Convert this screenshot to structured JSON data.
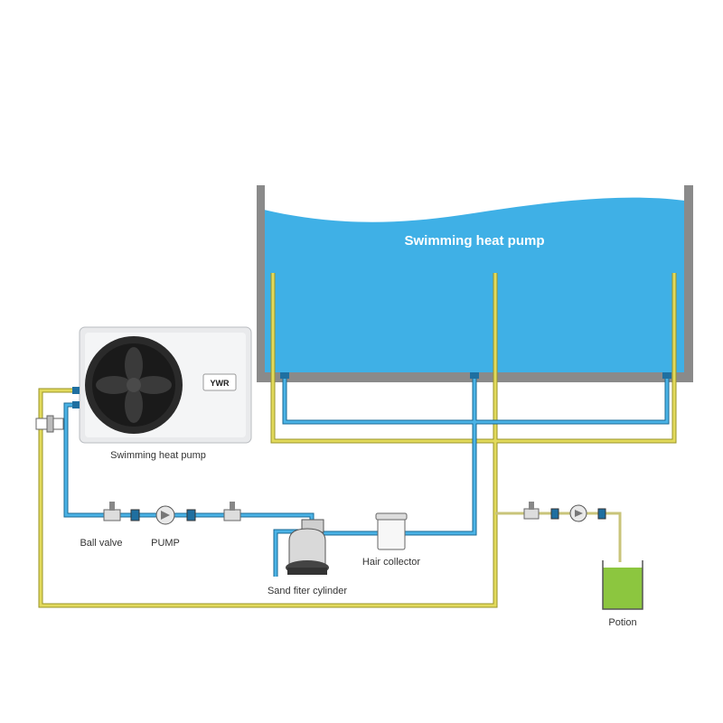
{
  "pool": {
    "title": "Swimming heat pump"
  },
  "heat_pump": {
    "label": "Swimming heat pump",
    "brand": "YWR"
  },
  "labels": {
    "ball_valve": "Ball valve",
    "pump": "PUMP",
    "hair_collector": "Hair collector",
    "sand_filter": "Sand fiter cylinder",
    "potion": "Potion"
  },
  "colors": {
    "water": "#3fb0e6",
    "pipe_blue": "#2a8fc4",
    "pipe_yellow": "#d8d050",
    "tank_liquid": "#8cc63f",
    "wall": "#8a8a8a"
  }
}
